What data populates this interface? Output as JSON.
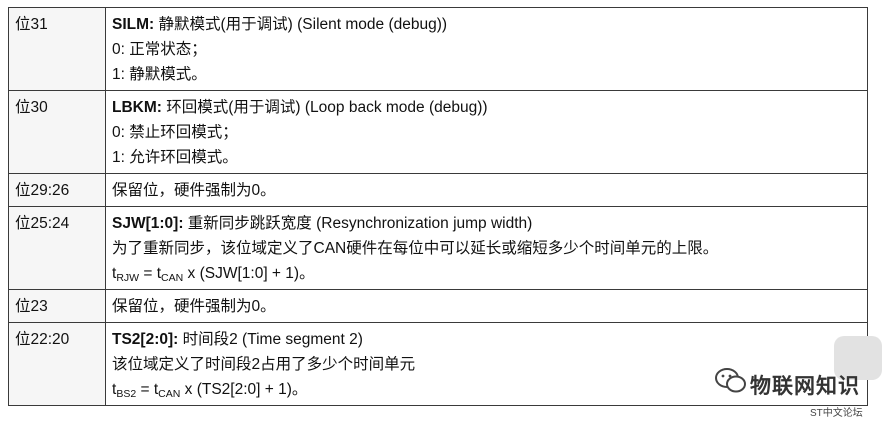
{
  "rows": [
    {
      "bit": "位31",
      "lines": [
        {
          "name": "SILM:",
          "text": " 静默模式(用于调试) (Silent mode (debug))"
        },
        {
          "text": "0: 正常状态；"
        },
        {
          "text": "1: 静默模式。"
        }
      ]
    },
    {
      "bit": "位30",
      "lines": [
        {
          "name": "LBKM:",
          "text": " 环回模式(用于调试) (Loop back mode (debug))"
        },
        {
          "text": "0: 禁止环回模式；"
        },
        {
          "text": "1: 允许环回模式。"
        }
      ]
    },
    {
      "bit": "位29:26",
      "lines": [
        {
          "text": "保留位，硬件强制为0。"
        }
      ]
    },
    {
      "bit": "位25:24",
      "lines": [
        {
          "name": "SJW[1:0]:",
          "text": " 重新同步跳跃宽度 (Resynchronization jump width)"
        },
        {
          "text": "为了重新同步，该位域定义了CAN硬件在每位中可以延长或缩短多少个时间单元的上限。"
        },
        {
          "f_t": "t",
          "f_sub": "RJW",
          "f_eq": " = t",
          "f_sub2": "CAN",
          "f_rest": " x (SJW[1:0] + 1)。"
        }
      ]
    },
    {
      "bit": "位23",
      "lines": [
        {
          "text": "保留位，硬件强制为0。"
        }
      ]
    },
    {
      "bit": "位22:20",
      "lines": [
        {
          "name": "TS2[2:0]:",
          "text": " 时间段2 (Time segment 2)"
        },
        {
          "text": "该位域定义了时间段2占用了多少个时间单元"
        },
        {
          "f_t": "t",
          "f_sub": "BS2",
          "f_eq": " = t",
          "f_sub2": "CAN",
          "f_rest": " x (TS2[2:0] + 1)。"
        }
      ]
    }
  ],
  "watermark": {
    "title": "物联网知识",
    "subtitle": "ST中文论坛",
    "icon": "wechat-bubbles-icon"
  }
}
